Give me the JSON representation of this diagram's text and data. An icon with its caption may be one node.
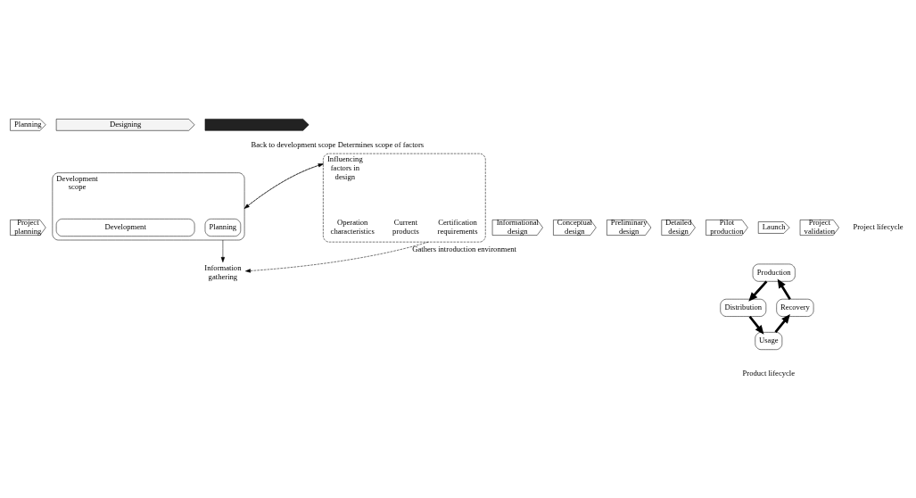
{
  "diagram": {
    "nodes": [
      {
        "text": [
          "Planning"
        ]
      },
      {
        "text": [
          "Designing"
        ]
      },
      {
        "text": [],
        "shape": "chevron"
      },
      {
        "text": [
          "Project planning"
        ]
      },
      {
        "text": [
          "Informational design"
        ]
      },
      {
        "text": [
          "Conceptual design"
        ]
      },
      {
        "text": [
          "Preliminary design"
        ]
      },
      {
        "text": [
          "Detailed design"
        ]
      },
      {
        "text": [
          "Pilot production"
        ]
      },
      {
        "text": [
          "Launch"
        ]
      },
      {
        "text": [
          "Project validation"
        ]
      },
      {
        "text": [
          "Development scope"
        ]
      },
      {
        "text": [
          "Planning"
        ],
        "in": 11
      },
      {
        "text": [
          "Development"
        ],
        "in": 11
      },
      {
        "text": [
          "Information gathering"
        ]
      },
      {
        "text": [
          "Production"
        ]
      },
      {
        "text": [
          "Distribution"
        ]
      },
      {
        "text": [
          "Usage"
        ]
      },
      {
        "text": [
          "Recovery"
        ]
      },
      {
        "text": [
          "Influencing factors in design"
        ]
      },
      {
        "text": [
          "Certification requirements"
        ],
        "in": 19
      },
      {
        "text": [
          "Current products"
        ],
        "in": 19
      },
      {
        "text": [
          "Operation characteristics"
        ],
        "in": 19
      }
    ],
    "edges": [
      {
        "from": 11,
        "to": 14,
        "arrow": "to"
      },
      {
        "from": 19,
        "to": 14,
        "arrow": "to",
        "label": "Gathers introduction environment",
        "style": "dashed"
      },
      {
        "from": 11,
        "to": 19,
        "arrow": "to",
        "label": "Determines scope of factors"
      },
      {
        "from": 19,
        "to": 11,
        "arrow": "to",
        "label": "Back to development scope",
        "style": "dashed"
      },
      {
        "from": 15,
        "to": 16,
        "arrow": "to",
        "style": "thick"
      },
      {
        "from": 16,
        "to": 17,
        "arrow": "to",
        "style": "thick"
      },
      {
        "from": 17,
        "to": 18,
        "arrow": "to",
        "style": "thick"
      },
      {
        "from": 18,
        "to": 15,
        "arrow": "to",
        "style": "thick"
      }
    ],
    "labels": [
      "Project lifecycle",
      "Product lifecycle"
    ]
  }
}
